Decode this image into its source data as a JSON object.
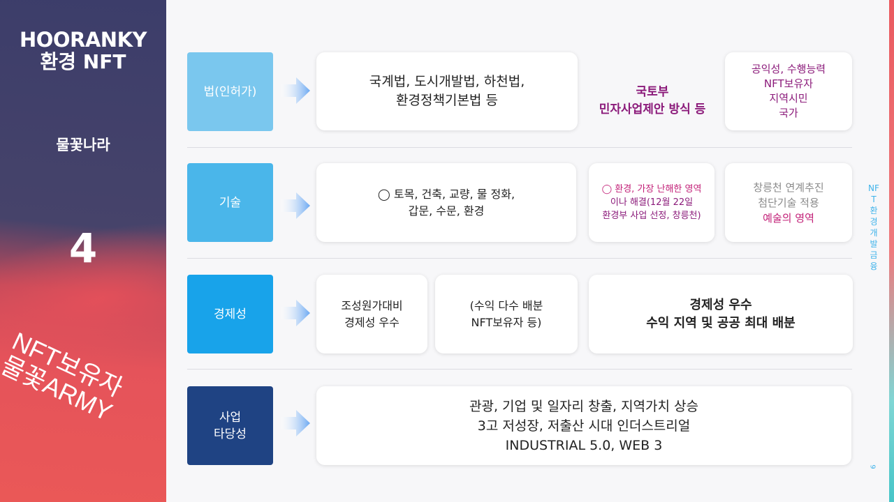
{
  "sidebar": {
    "title_line1": "HOORANKY",
    "title_line2": "환경 NFT",
    "subtitle": "물꽃나라",
    "page_number": "4",
    "slogan_line1": "NFT보유자",
    "slogan_line2": "물꽃ARMY"
  },
  "side_vertical_label": "NFT환경개발금융",
  "corner_page": "9",
  "rows": {
    "law": {
      "label": "법(인허가)",
      "card1": [
        "국계법, 도시개발법, 하천법,",
        "환경정책기본법 등"
      ],
      "plain": [
        "국토부",
        "민자사업제안 방식 등"
      ],
      "card3": [
        "공익성, 수행능력",
        "NFT보유자",
        "지역시민",
        "국가"
      ]
    },
    "tech": {
      "label": "기술",
      "card1": [
        "◯ 토목, 건축, 교량, 물 정화,",
        "갑문, 수문, 환경"
      ],
      "card2": [
        "◯ 환경, 가장 난해한 영역",
        "이나 해결(12월 22일",
        "환경부 사업 선정, 창릉천)"
      ],
      "card3": [
        "창릉천 연계추진",
        "첨단기술 적용",
        "예술의 영역"
      ]
    },
    "econ": {
      "label": "경제성",
      "card1": [
        "조성원가대비",
        "경제성 우수"
      ],
      "card2": [
        "(수익 다수 배분",
        "NFT보유자 등)"
      ],
      "card3": [
        "경제성 우수",
        "수익 지역 및 공공  최대 배분"
      ]
    },
    "biz": {
      "label_line1": "사업",
      "label_line2": "타당성",
      "card1": [
        "관광, 기업 및 일자리 창출, 지역가치 상승",
        "3고 저성장, 저출산 시대 인더스트리얼",
        "INDUSTRIAL 5.0, WEB 3"
      ]
    }
  },
  "colors": {
    "row1_label": "#7ac7ee",
    "row2_label": "#4ab6ea",
    "row3_label": "#18a3ea",
    "row4_label": "#1f4383",
    "accent_purple": "#8b1a7a",
    "accent_magenta": "#c21f77"
  },
  "icons": {
    "arrow": "right-arrow-icon"
  }
}
